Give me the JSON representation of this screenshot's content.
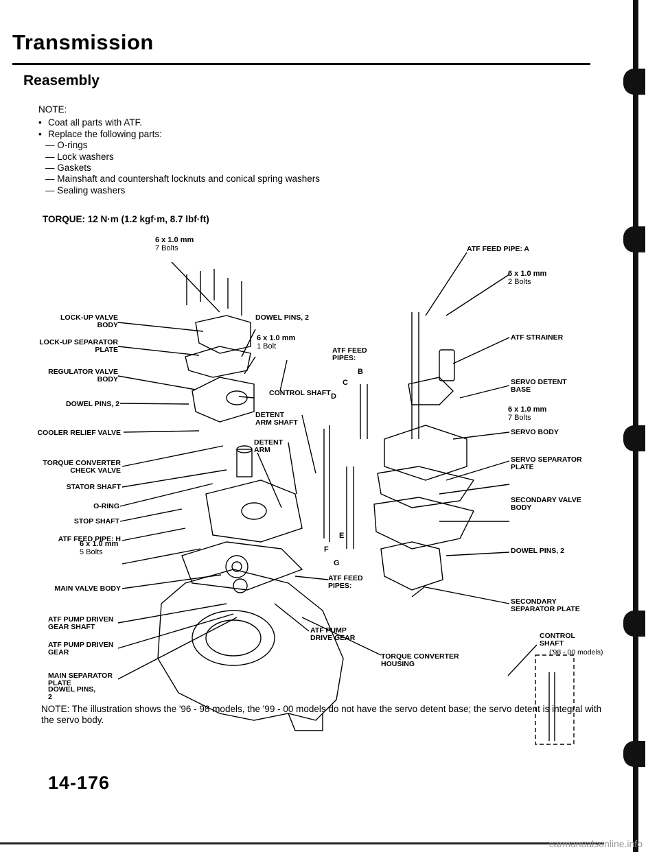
{
  "header": {
    "title": "Transmission",
    "section": "Reasembly"
  },
  "notes": {
    "heading": "NOTE:",
    "bullets": [
      "Coat all parts with ATF.",
      "Replace the following parts:"
    ],
    "dashes": [
      "O-rings",
      "Lock washers",
      "Gaskets",
      "Mainshaft and countershaft locknuts and conical spring washers",
      "Sealing washers"
    ]
  },
  "torque": "TORQUE: 12 N·m (1.2 kgf·m, 8.7 lbf·ft)",
  "labels": {
    "lockup_valve_body": "LOCK-UP VALVE\nBODY",
    "lockup_separator_plate": "LOCK-UP SEPARATOR\nPLATE",
    "regulator_valve_body": "REGULATOR VALVE\nBODY",
    "dowel_pins_left": "DOWEL PINS, 2",
    "cooler_relief_valve": "COOLER RELIEF VALVE",
    "torque_converter_check_valve": "TORQUE CONVERTER\nCHECK VALVE",
    "stator_shaft": "STATOR SHAFT",
    "o_ring": "O-RING",
    "stop_shaft": "STOP SHAFT",
    "atf_feed_pipe_h": "ATF FEED PIPE: H",
    "main_valve_body": "MAIN VALVE BODY",
    "atf_pump_driven_gear_shaft": "ATF PUMP DRIVEN\nGEAR SHAFT",
    "atf_pump_driven_gear": "ATF PUMP DRIVEN\nGEAR",
    "main_separator_plate": "MAIN SEPARATOR\nPLATE",
    "dowel_pins_bottom": "DOWEL PINS,\n2",
    "dowel_pins_top": "DOWEL PINS, 2",
    "control_shaft": "CONTROL SHAFT",
    "detent_arm_shaft": "DETENT\nARM SHAFT",
    "detent_arm": "DETENT\nARM",
    "atf_feed_pipes_top": "ATF FEED\nPIPES:",
    "atf_feed_pipes_bottom": "ATF FEED\nPIPES:",
    "atf_pump_drive_gear": "ATF PUMP\nDRIVE GEAR",
    "atf_feed_pipe_a": "ATF FEED PIPE: A",
    "atf_strainer": "ATF STRAINER",
    "servo_detent_base": "SERVO DETENT\nBASE",
    "servo_body": "SERVO BODY",
    "servo_separator_plate": "SERVO SEPARATOR\nPLATE",
    "secondary_valve_body": "SECONDARY VALVE\nBODY",
    "dowel_pins_right": "DOWEL PINS, 2",
    "secondary_separator_plate": "SECONDARY\nSEPARATOR PLATE",
    "control_shaft_right": "CONTROL\nSHAFT",
    "control_shaft_models": "('98 - 00 models)",
    "torque_converter_housing": "TORQUE CONVERTER\nHOUSING"
  },
  "specs": {
    "top_size": "6 x 1.0 mm",
    "top_count": "7 Bolts",
    "mid_size": "6 x 1.0 mm",
    "mid_count": "1 Bolt",
    "right1_size": "6 x 1.0 mm",
    "right1_count": "2 Bolts",
    "right2_size": "6 x 1.0 mm",
    "right2_count": "7 Bolts",
    "left_size": "6 x 1.0 mm",
    "left_count": "5 Bolts"
  },
  "letters": {
    "b": "B",
    "c": "C",
    "d": "D",
    "e": "E",
    "f": "F",
    "g": "G"
  },
  "bottom_note": "NOTE: The illustration shows the '96 - 98 models, the '99 - 00 models do not have the servo detent base; the servo detent is integral with the servo body.",
  "page_number": "14-176",
  "watermark": "carmanualsonline.info"
}
